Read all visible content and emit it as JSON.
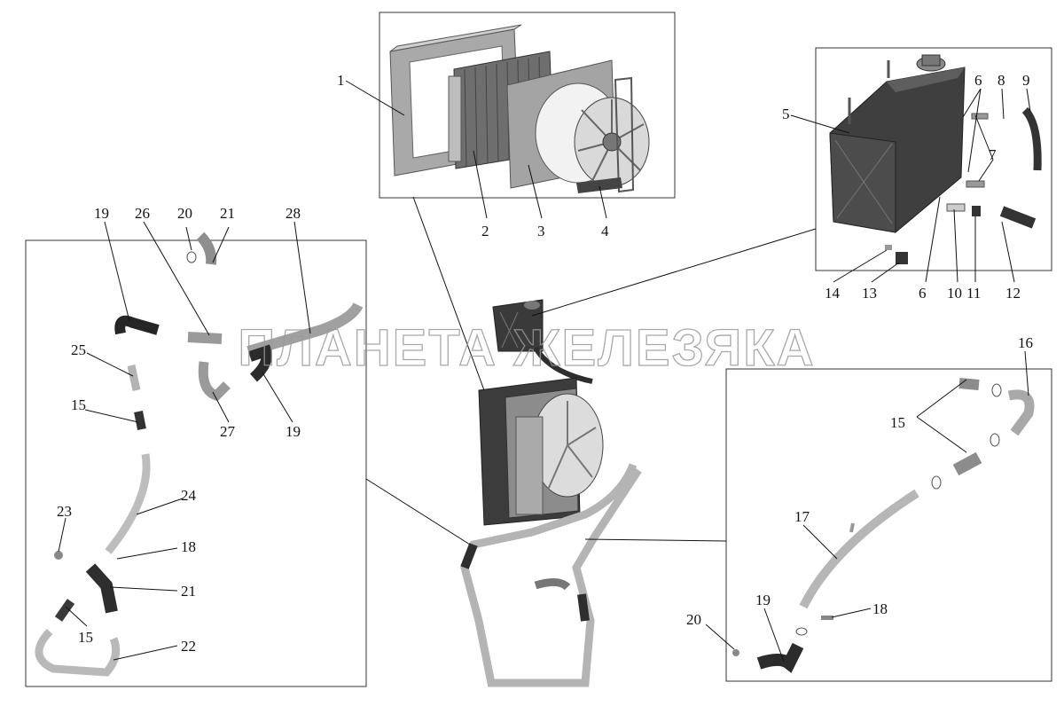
{
  "watermark": "ПЛАНЕТА ЖЕЛЕЗЯКА",
  "callouts": {
    "c1": "1",
    "c2": "2",
    "c3": "3",
    "c4": "4",
    "c5": "5",
    "c6a": "6",
    "c6b": "6",
    "c7": "7",
    "c8": "8",
    "c9": "9",
    "c10": "10",
    "c11": "11",
    "c12": "12",
    "c13": "13",
    "c14": "14",
    "c19a": "19",
    "c26": "26",
    "c20a": "20",
    "c21a": "21",
    "c28": "28",
    "c25": "25",
    "c15a": "15",
    "c27": "27",
    "c19b": "19",
    "c24": "24",
    "c23": "23",
    "c18a": "18",
    "c21b": "21",
    "c15b": "15",
    "c22": "22",
    "c16": "16",
    "c15c": "15",
    "c17": "17",
    "c19c": "19",
    "c18b": "18",
    "c20b": "20"
  },
  "colors": {
    "pipe": "#b9b9b9",
    "hose": "#2e2e2e",
    "panel": "#9a9a9a",
    "tank": "#3a3a3a"
  }
}
